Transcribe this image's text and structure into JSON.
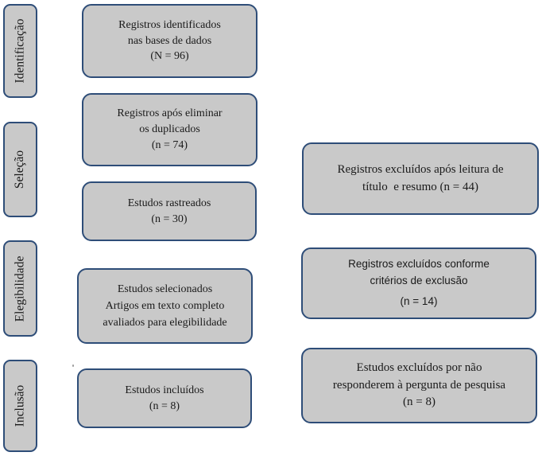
{
  "diagram": {
    "type": "prisma-flow",
    "stages": [
      {
        "label": "Identificação"
      },
      {
        "label": "Seleção"
      },
      {
        "label": "Elegibilidade"
      },
      {
        "label": "Inclusão"
      }
    ],
    "flow_boxes": [
      {
        "lines": [
          "Registros identificados",
          "nas bases de dados",
          "(N = 96)"
        ],
        "count": 96
      },
      {
        "lines": [
          "Registros após eliminar",
          "os duplicados",
          "(n = 74)"
        ],
        "count": 74
      },
      {
        "lines": [
          "Estudos rastreados",
          "(n = 30)"
        ],
        "count": 30
      },
      {
        "lines": [
          "Estudos selecionados",
          "Artigos em texto completo",
          "avaliados para elegibilidade"
        ]
      },
      {
        "lines": [
          "Estudos incluídos",
          "(n = 8)"
        ],
        "count": 8
      }
    ],
    "exclusion_boxes": [
      {
        "lines": [
          "Registros excluídos após leitura de",
          "título  e resumo (n = 44)"
        ],
        "count": 44
      },
      {
        "lines": [
          "Registros excluídos conforme",
          "critérios de exclusão",
          "(n = 14)"
        ],
        "count": 14
      },
      {
        "lines": [
          "Estudos excluídos por não",
          "responderem à pergunta de pesquisa",
          "(n = 8)"
        ],
        "count": 8
      }
    ],
    "colors": {
      "box_fill": "#c9c9c9",
      "box_border": "#2e4d78",
      "text": "#1a1a1a",
      "background": "#ffffff"
    }
  }
}
